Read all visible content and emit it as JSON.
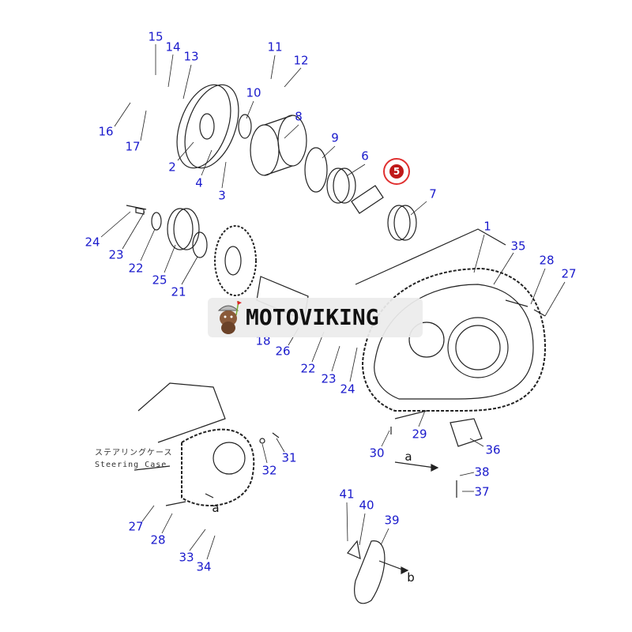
{
  "diagram": {
    "callout": "5",
    "labels": [
      "15",
      "14",
      "13",
      "11",
      "12",
      "10",
      "8",
      "16",
      "17",
      "9",
      "6",
      "2",
      "4",
      "3",
      "7",
      "24",
      "23",
      "22",
      "25",
      "21",
      "1",
      "35",
      "28",
      "27",
      "18",
      "26",
      "22",
      "23",
      "24",
      "29",
      "30",
      "36",
      "31",
      "32",
      "38",
      "37",
      "41",
      "40",
      "39",
      "27",
      "28",
      "33",
      "34"
    ],
    "view_letters": [
      "a",
      "a",
      "b"
    ],
    "case_label_jp": "ステアリングケース",
    "case_label_en": "Steering Case",
    "watermark": "MOTOVIKING",
    "colors": {
      "label": "#1a1acc",
      "callout": "#e03030",
      "line": "#222222"
    }
  }
}
